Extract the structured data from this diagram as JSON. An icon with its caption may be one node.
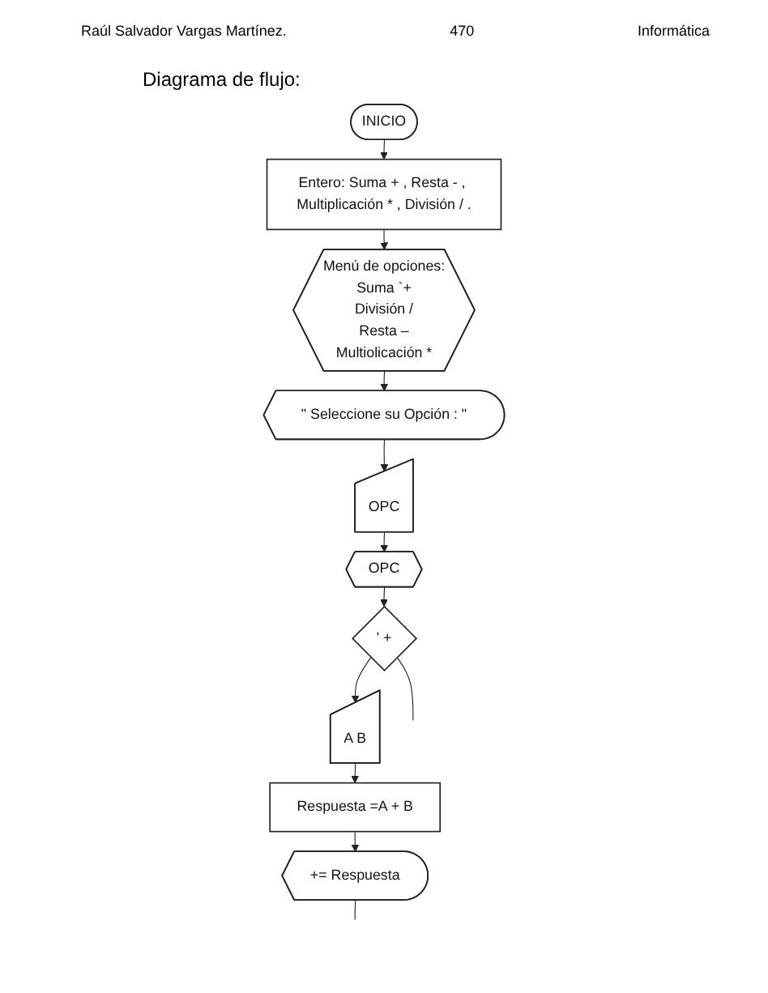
{
  "diagram": {
    "title": "Diagrama de flujo:",
    "nodes": [
      {
        "text": [
          "INICIO"
        ]
      },
      {
        "text": [
          "Entero: Suma + , Resta - , Multiplicación * , División / ."
        ]
      },
      {
        "text": [
          "Menú de opciones:",
          "Suma `+",
          "División /",
          "Resta –",
          "Multiolicación *"
        ]
      },
      {
        "text": [
          "\" Seleccione su Opción : \""
        ]
      },
      {
        "text": [
          "OPC"
        ]
      },
      {
        "text": [
          "OPC"
        ]
      },
      {
        "text": [
          "' +"
        ]
      },
      {
        "text": [
          "A B"
        ]
      },
      {
        "text": [
          "Respuesta =A + B"
        ]
      },
      {
        "text": [
          "+= Respuesta"
        ]
      }
    ],
    "edges": [
      {
        "from": 0,
        "to": 1,
        "arrow": "to"
      },
      {
        "from": 1,
        "to": 2,
        "arrow": "to"
      },
      {
        "from": 2,
        "to": 3,
        "arrow": "to"
      },
      {
        "from": 3,
        "to": 4,
        "arrow": "to"
      },
      {
        "from": 4,
        "to": 5,
        "arrow": "to"
      },
      {
        "from": 5,
        "to": 6,
        "arrow": "to"
      },
      {
        "from": 6,
        "to": 7,
        "arrow": "to"
      },
      {
        "from": 6,
        "to": null,
        "arrow": "none"
      },
      {
        "from": 7,
        "to": 8,
        "arrow": "to"
      },
      {
        "from": 8,
        "to": 9,
        "arrow": "to"
      },
      {
        "from": 9,
        "to": null,
        "arrow": "none"
      }
    ],
    "labels": [
      "Raúl Salvador Vargas Martínez.",
      "470",
      "Informática"
    ]
  }
}
